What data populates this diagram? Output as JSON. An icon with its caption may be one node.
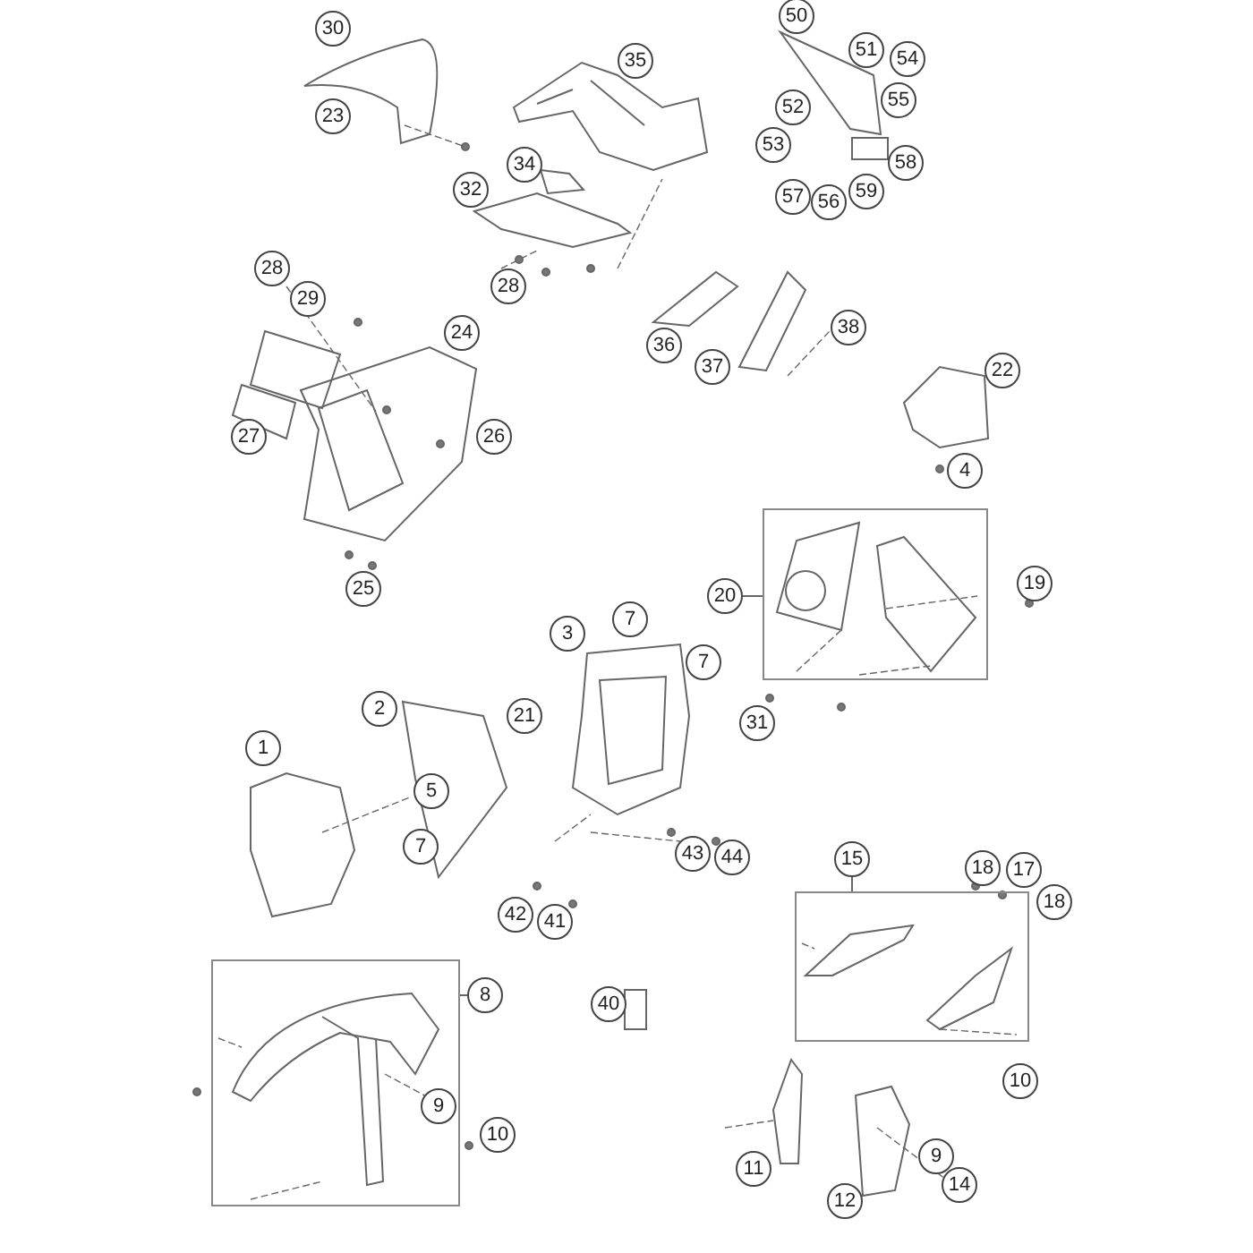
{
  "diagram": {
    "nodes": [
      {
        "text": [
          "30"
        ]
      },
      {
        "text": [
          "50"
        ]
      },
      {
        "text": [
          "35"
        ]
      },
      {
        "text": [
          "51"
        ]
      },
      {
        "text": [
          "54"
        ]
      },
      {
        "text": [
          "23"
        ]
      },
      {
        "text": [
          "55"
        ]
      },
      {
        "text": [
          "52"
        ]
      },
      {
        "text": [
          "53"
        ]
      },
      {
        "text": [
          "34"
        ]
      },
      {
        "text": [
          "58"
        ]
      },
      {
        "text": [
          "32"
        ]
      },
      {
        "text": [
          "59"
        ]
      },
      {
        "text": [
          "57"
        ]
      },
      {
        "text": [
          "56"
        ]
      },
      {
        "text": [
          "28"
        ]
      },
      {
        "text": [
          "28"
        ]
      },
      {
        "text": [
          "29"
        ]
      },
      {
        "text": [
          "38"
        ]
      },
      {
        "text": [
          "24"
        ]
      },
      {
        "text": [
          "36"
        ]
      },
      {
        "text": [
          "37"
        ]
      },
      {
        "text": [
          "22"
        ]
      },
      {
        "text": [
          "26"
        ]
      },
      {
        "text": [
          "27"
        ]
      },
      {
        "text": [
          "4"
        ]
      },
      {
        "text": [
          "25"
        ]
      },
      {
        "text": [
          "19"
        ]
      },
      {
        "text": [],
        "shape": "box"
      },
      {
        "text": [
          "20"
        ]
      },
      {
        "text": [
          "3"
        ]
      },
      {
        "text": [
          "7"
        ]
      },
      {
        "text": [
          "7"
        ]
      },
      {
        "text": [
          "21"
        ]
      },
      {
        "text": [
          "31"
        ]
      },
      {
        "text": [
          "2"
        ]
      },
      {
        "text": [
          "1"
        ]
      },
      {
        "text": [
          "5"
        ]
      },
      {
        "text": [
          "7"
        ]
      },
      {
        "text": [
          "43"
        ]
      },
      {
        "text": [
          "44"
        ]
      },
      {
        "text": [],
        "shape": "box"
      },
      {
        "text": [
          "15"
        ]
      },
      {
        "text": [
          "18"
        ]
      },
      {
        "text": [
          "17"
        ]
      },
      {
        "text": [
          "18"
        ]
      },
      {
        "text": [
          "42"
        ]
      },
      {
        "text": [
          "41"
        ]
      },
      {
        "text": [],
        "shape": "box"
      },
      {
        "text": [
          "8"
        ]
      },
      {
        "text": [
          "40"
        ]
      },
      {
        "text": [
          "9"
        ],
        "in": 48
      },
      {
        "text": [
          "10"
        ]
      },
      {
        "text": [
          "10"
        ]
      },
      {
        "text": [
          "11"
        ]
      },
      {
        "text": [
          "9"
        ]
      },
      {
        "text": [
          "14"
        ]
      },
      {
        "text": [
          "12"
        ]
      }
    ],
    "edges": [
      {
        "from": 29,
        "to": 28,
        "arrow": "none"
      },
      {
        "from": 42,
        "to": 41,
        "arrow": "none"
      },
      {
        "from": 49,
        "to": 48,
        "arrow": "none"
      }
    ]
  }
}
